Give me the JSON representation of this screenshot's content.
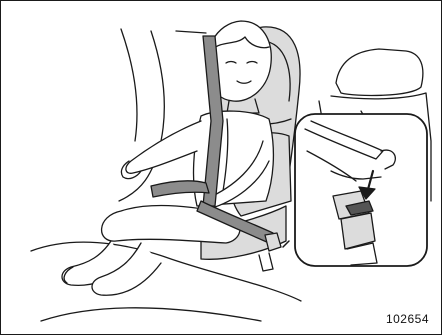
{
  "figure": {
    "code": "102654",
    "colors": {
      "line": "#1a1a1a",
      "belt": "#8c8c8c",
      "booster": "#dcdcdc",
      "background": "#ffffff"
    },
    "icons": [
      "child-figure",
      "booster-seat",
      "seat-belt",
      "buckle-detail-inset",
      "insert-arrow-icon"
    ]
  }
}
